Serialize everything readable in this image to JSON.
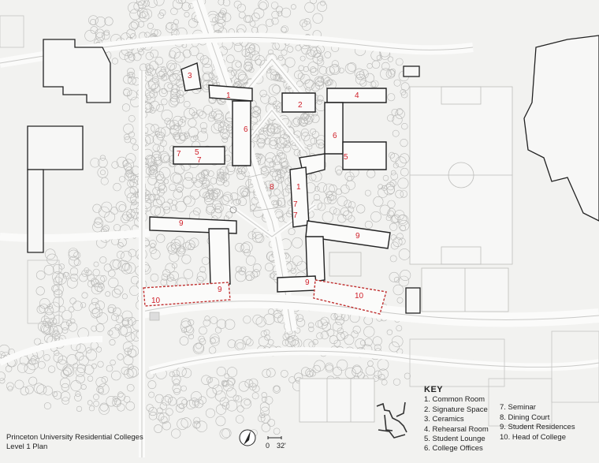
{
  "caption": {
    "line1": "Princeton University Residential Colleges",
    "line2": "Level 1 Plan"
  },
  "scale_bar": {
    "start": "0",
    "end": "32'"
  },
  "key": {
    "title": "KEY",
    "items": [
      "1.  Common Room",
      "2.  Signature Space",
      "3.  Ceramics",
      "4.  Rehearsal Room",
      "5.  Student Lounge",
      "6.  College Offices",
      "7.  Seminar",
      "8.  Dining Court",
      "9.  Student Residences",
      "10. Head of College"
    ]
  },
  "room_labels": [
    "1",
    "2",
    "3",
    "4",
    "5",
    "6",
    "7",
    "8",
    "9",
    "10"
  ],
  "colors": {
    "background": "#f2f2f0",
    "tree_stroke": "#b8b8b6",
    "path_fill": "#fbfbfa",
    "building_stroke": "#222222",
    "room_label": "#d0202a"
  }
}
